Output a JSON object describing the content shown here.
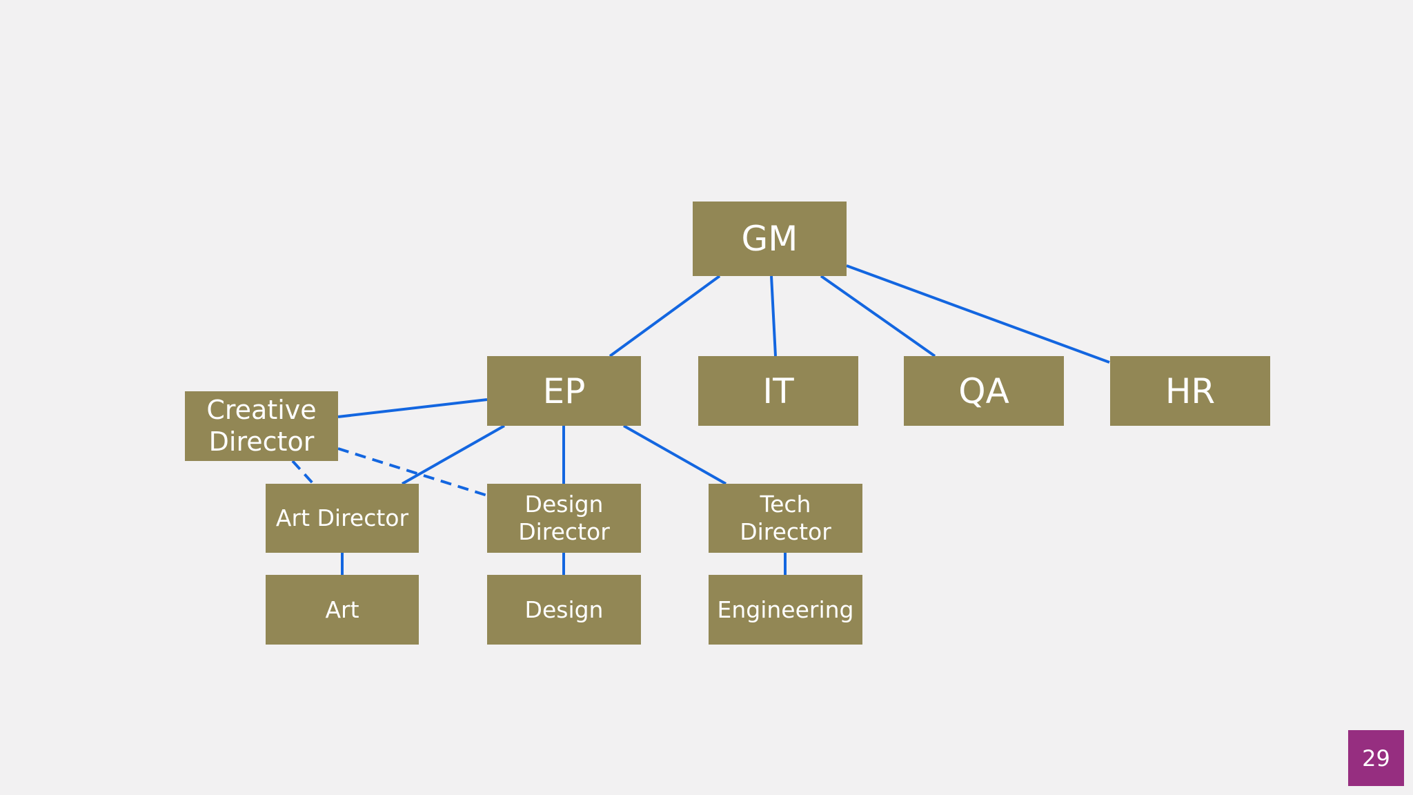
{
  "colors": {
    "background": "#f2f1f2",
    "box_fill": "#928755",
    "box_text": "#ffffff",
    "connector": "#1366e0",
    "page_badge": "#962e80"
  },
  "nodes": {
    "gm": "GM",
    "ep": "EP",
    "it": "IT",
    "qa": "QA",
    "hr": "HR",
    "creative_director": "Creative Director",
    "art_director": "Art Director",
    "design_director": "Design Director",
    "tech_director": "Tech Director",
    "art": "Art",
    "design": "Design",
    "engineering": "Engineering"
  },
  "edges": [
    {
      "from": "gm",
      "to": "ep",
      "style": "solid"
    },
    {
      "from": "gm",
      "to": "it",
      "style": "solid"
    },
    {
      "from": "gm",
      "to": "qa",
      "style": "solid"
    },
    {
      "from": "gm",
      "to": "hr",
      "style": "solid"
    },
    {
      "from": "ep",
      "to": "creative_director",
      "style": "solid"
    },
    {
      "from": "ep",
      "to": "art_director",
      "style": "solid"
    },
    {
      "from": "ep",
      "to": "design_director",
      "style": "solid"
    },
    {
      "from": "ep",
      "to": "tech_director",
      "style": "solid"
    },
    {
      "from": "creative_director",
      "to": "art_director",
      "style": "dashed"
    },
    {
      "from": "creative_director",
      "to": "design_director",
      "style": "dashed"
    },
    {
      "from": "art_director",
      "to": "art",
      "style": "solid"
    },
    {
      "from": "design_director",
      "to": "design",
      "style": "solid"
    },
    {
      "from": "tech_director",
      "to": "engineering",
      "style": "solid"
    }
  ],
  "page_number": "29"
}
